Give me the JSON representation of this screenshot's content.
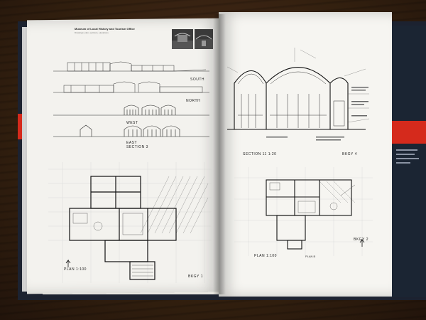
{
  "scene": {
    "description_colors": {
      "wood": "#3b2416",
      "cover": "#1c2230",
      "accent_red": "#d52a1c",
      "page": "#f4f3ef"
    }
  },
  "left_page": {
    "title": "Museum of Local History and Tourism Office",
    "subtitle": "Drawings: plan, sections, elevations",
    "elevation_labels": {
      "south": "SOUTH",
      "north": "NORTH",
      "west": "WEST",
      "east": "EAST"
    },
    "section_label": "SECTION 3",
    "plan_label": "PLAN 1:100",
    "detail_label": "BKGY 1"
  },
  "right_page": {
    "section_label": "SECTION 11  1:20",
    "detail_label": "BKGY 4",
    "plan_label": "PLAN 1:100",
    "north_label": "BKGY 2",
    "plan_marker": "PLAN B"
  }
}
